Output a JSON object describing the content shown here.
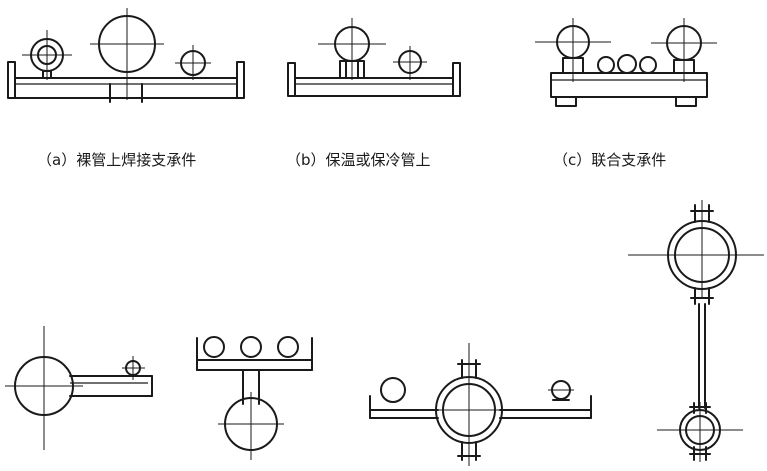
{
  "captions": {
    "a": "（a）裸管上焊接支承件",
    "b": "（b）保温或保冷管上",
    "c": "（c）联合支承件"
  }
}
